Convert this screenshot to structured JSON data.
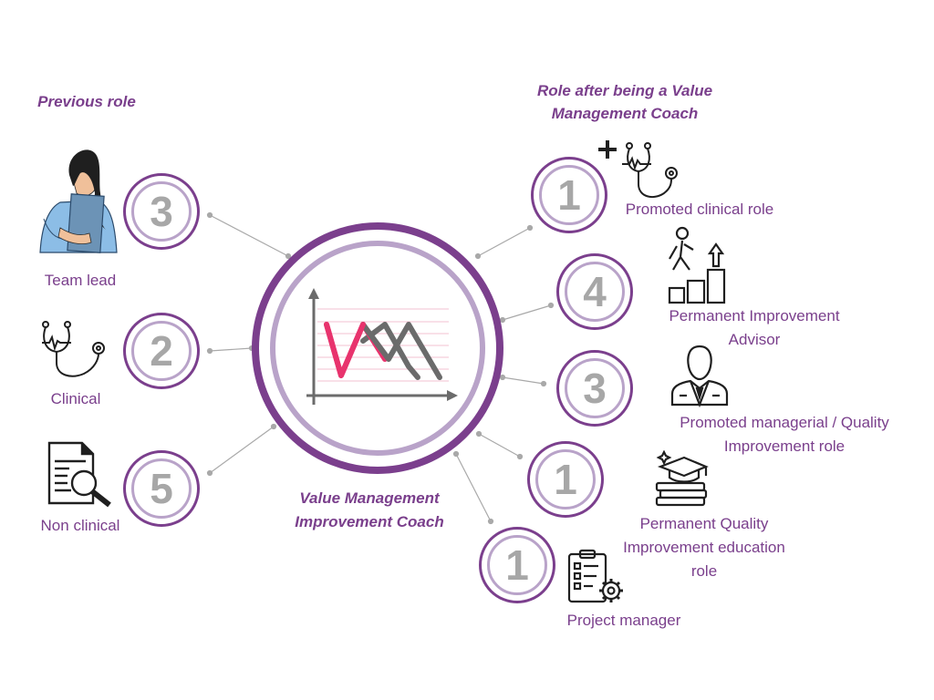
{
  "headings": {
    "previous": "Previous role",
    "after_line1": "Role after being a Value",
    "after_line2": "Management Coach"
  },
  "center": {
    "line1": "Value Management",
    "line2": "Improvement Coach"
  },
  "previous_roles": [
    {
      "count": "3",
      "label": "Team lead",
      "icon": "woman-with-folder-icon"
    },
    {
      "count": "2",
      "label": "Clinical",
      "icon": "stethoscope-icon"
    },
    {
      "count": "5",
      "label": "Non clinical",
      "icon": "document-search-icon"
    }
  ],
  "after_roles": [
    {
      "count": "1",
      "label": "Promoted clinical role",
      "icon": "stethoscope-plus-icon"
    },
    {
      "count": "4",
      "label1": "Permanent Improvement",
      "label2": "Advisor",
      "icon": "career-steps-icon"
    },
    {
      "count": "3",
      "label1": "Promoted managerial / Quality",
      "label2": "Improvement role",
      "icon": "businessman-icon"
    },
    {
      "count": "1",
      "label1": "Permanent Quality",
      "label2": "Improvement education",
      "label3": "role",
      "icon": "graduation-books-icon"
    },
    {
      "count": "1",
      "label": "Project manager",
      "icon": "checklist-gear-icon"
    }
  ],
  "colors": {
    "accent_purple": "#7b3f8d",
    "light_purple": "#b9a3c9",
    "number_grey": "#a7a7a7",
    "chart_pink": "#e8336d",
    "chart_grey": "#6b6b6b"
  }
}
